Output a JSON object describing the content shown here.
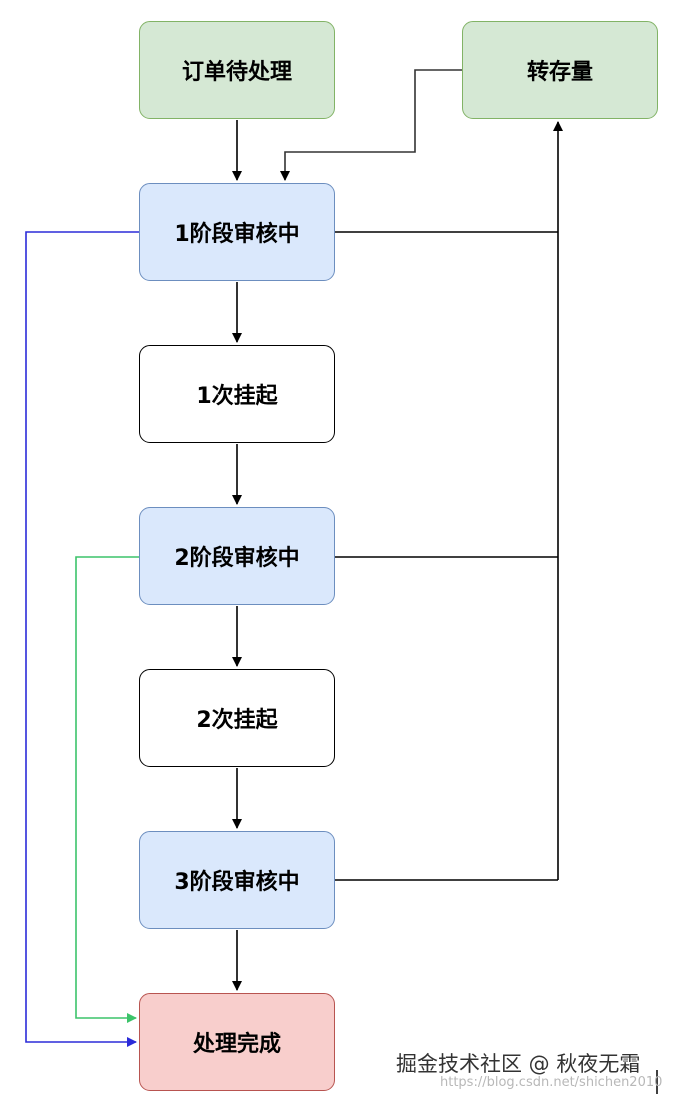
{
  "nodes": {
    "order_pending": "订单待处理",
    "transfer": "转存量",
    "stage1_review": "1阶段审核中",
    "suspend1": "1次挂起",
    "stage2_review": "2阶段审核中",
    "suspend2": "2次挂起",
    "stage3_review": "3阶段审核中",
    "done": "处理完成"
  },
  "edges": [
    {
      "from": "order_pending",
      "to": "stage1_review"
    },
    {
      "from": "transfer",
      "to": "stage1_review"
    },
    {
      "from": "stage1_review",
      "to": "suspend1"
    },
    {
      "from": "suspend1",
      "to": "stage2_review"
    },
    {
      "from": "stage2_review",
      "to": "suspend2"
    },
    {
      "from": "suspend2",
      "to": "stage3_review"
    },
    {
      "from": "stage3_review",
      "to": "done"
    },
    {
      "from": "stage1_review",
      "to": "transfer"
    },
    {
      "from": "stage2_review",
      "to": "transfer"
    },
    {
      "from": "stage3_review",
      "to": "transfer"
    },
    {
      "from": "stage1_review",
      "to": "done",
      "color": "#2b2bd8"
    },
    {
      "from": "stage2_review",
      "to": "done",
      "color": "#3cc36a"
    }
  ],
  "colors": {
    "start_fill": "#d5e8d4",
    "review_fill": "#dae8fc",
    "suspend_fill": "#ffffff",
    "done_fill": "#f8cecc",
    "blue_edge": "#2b2bd8",
    "green_edge": "#3cc36a"
  },
  "watermark": {
    "text": "掘金技术社区 @ 秋夜无霜",
    "url": "https://blog.csdn.net/shichen2010"
  }
}
